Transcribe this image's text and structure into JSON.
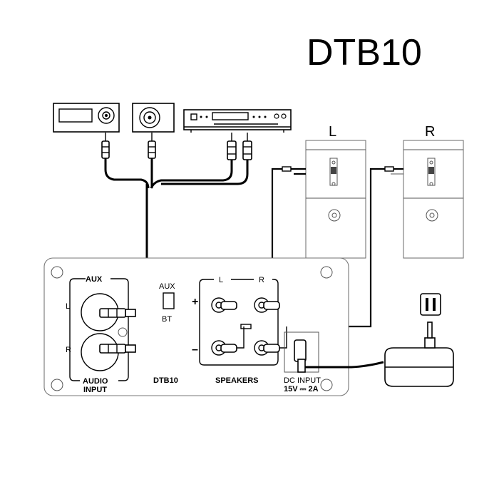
{
  "title": "DTB10",
  "panel": {
    "aux_label": "AUX",
    "left_ch": "L",
    "right_ch": "R",
    "audio_input_line1": "AUDIO",
    "audio_input_line2": "INPUT",
    "switch_aux": "AUX",
    "switch_bt": "BT",
    "model": "DTB10",
    "speakers_label": "SPEAKERS",
    "spk_left": "L",
    "spk_right": "R",
    "plus": "+",
    "minus": "–",
    "dc_line1": "DC INPUT",
    "dc_line2": "15V ⎓ 2A"
  },
  "speakers": {
    "left_label": "L",
    "right_label": "R"
  },
  "icons": [
    "cd-player-icon",
    "speaker-dock-icon",
    "stereo-receiver-icon",
    "passive-speaker-icon",
    "power-adapter-icon",
    "ac-plug-icon",
    "rca-connector-icon",
    "mini-jack-icon"
  ]
}
